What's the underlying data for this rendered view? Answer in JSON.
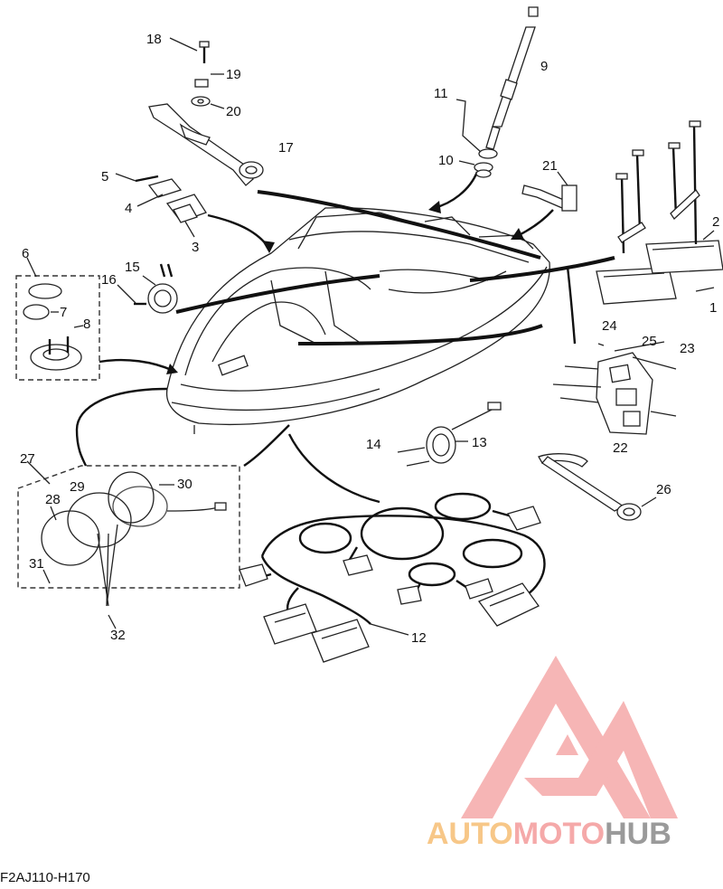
{
  "labels": {
    "l1": "1",
    "l2": "2",
    "l3": "3",
    "l4": "4",
    "l5": "5",
    "l6": "6",
    "l7": "7",
    "l8": "8",
    "l9": "9",
    "l10": "10",
    "l11": "11",
    "l12": "12",
    "l13": "13",
    "l14": "14",
    "l15": "15",
    "l16": "16",
    "l17": "17",
    "l18": "18",
    "l19": "19",
    "l20": "20",
    "l21": "21",
    "l22": "22",
    "l23": "23",
    "l24": "24",
    "l25": "25",
    "l26": "26",
    "l27": "27",
    "l28": "28",
    "l29": "29",
    "l30": "30",
    "l31": "31",
    "l32": "32"
  },
  "drawing_code": "F2AJ110-H170",
  "watermark": {
    "part1": "AUTO",
    "part2": "MOTO",
    "part3": "HUB",
    "color_primary": "#f5a9a9",
    "color_secondary": "#f7c788",
    "color_tertiary": "#9a9a9a"
  }
}
